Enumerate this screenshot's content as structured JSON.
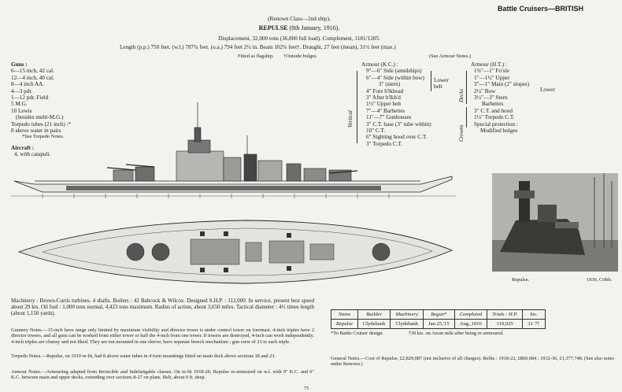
{
  "header": {
    "running_title": "Battle Cruisers—BRITISH",
    "class_line": "(Renown Class—2nd ship).",
    "ship_name": "REPULSE",
    "launch": "(8th January, 1916).",
    "displacement": "Displacement, 32,000 tons (36,800 full load). Complement, 1181/1205.",
    "dimensions": "Length (p.p.) 750 feet. (w.l.) 787¾ feet. (o.a.) 794 feet 2½ in. Beam 102¾ feet†. Draught, 27 feet (mean), 31½ feet (max.)",
    "fitted": "Fitted as flagship.",
    "bulges": "†Outside bulges.",
    "see_armour": "(See Armour Notes.)"
  },
  "guns": {
    "title": "Guns :",
    "lines": [
      "6—15 inch, 42 cal.",
      "12—4 inch, 40 cal.",
      "8—4 inch AA.",
      "4—3 pdr.",
      "1—12 pdr. Field",
      "5 M.G.",
      "10 Lewis",
      "(besides multi-M.G.)",
      "Torpedo tubes (21 inch) :*",
      "8 above water in pairs",
      "*See Torpedo Notes."
    ]
  },
  "aircraft": {
    "title": "Aircraft :",
    "line": "4, with catapult."
  },
  "armour_kc": {
    "title": "Armour (K.C.) :",
    "vertical_label": "Vertical",
    "lower_belt": "Lower belt",
    "lines": [
      "9\"—6\" Side (amidships)",
      "6\"—4\" Side (within bow)",
      "3\" (stern)",
      "4\" Fore b'lkhead",
      "3\" After b'lkh'd",
      "1½\" Upper belt",
      "7\"—4\" Barbettes",
      "11\"—7\" Gunhouses",
      "3\" C.T. base (3\" tube within)",
      "10\" C.T.",
      "6\" Sighting hood over C.T.",
      "3\" Torpedo C.T."
    ]
  },
  "armour_ht": {
    "title": "Armour (H.T.) :",
    "decks_label": "Decks",
    "crowns_label": "Crowns",
    "lower": "Lower",
    "lines": [
      "1¾\"—1\" Fo'xle",
      "1\"—1½\" Upper",
      "3\"—1\" Main (2\" slopes)",
      "2½\" Bow",
      "3½\"—3\" Stern",
      "Barbettes",
      "3\" C.T. and hood",
      "1½\" Torpedo C.T.",
      "Special protection :",
      "Modified bulges"
    ]
  },
  "photo": {
    "caption_left": "Repulse.",
    "caption_right": "1936, Cribb."
  },
  "machinery": "Machinery : Brown-Curtis turbines. 4 shafts. Boilers : 42 Babcock & Wilcox. Designed S.H.P. : 112,000. In service, present best speed about 29 kts. Oil fuel : 1,000 tons normal, 4,423 tons maximum. Radius of action, about 3,650 miles. Tactical diameter : 4½ times length (about 1,150 yards).",
  "gunnery_notes": "Gunnery Notes.—15-inch have range only limited by maximum visibility and director tower is under control tower on foremast. 4-inch triples have 2 director towers, and all guns can be worked from either tower or half the 4-inch from one tower. If towers are destroyed, 4-inch can work independently. 4-inch triples are clumsy and not liked. They are not mounted in one sleeve; have separate breech mechanism ; gun crew of 23 to each triple.",
  "torpedo_notes": "Torpedo Notes.—Repulse, on 1919 re-fit, had 8 above water tubes in 4 twin mountings fitted on main deck above sections 18 and 23.",
  "armour_notes": "Armour Notes.—Armouring adapted from Invincible and Indefatigable classes. On re-fit 1918-20, Repulse re-armoured on w.l. with 9\" K.C. and 6\" K.C. between main and upper decks, extending over sections 8-27 on plans. Belt, about 9 ft. deep.",
  "trials_table": {
    "headers": [
      "Name",
      "Builder",
      "Machinery",
      "Begun*",
      "Completed",
      "Trials : H.P.",
      "kts."
    ],
    "row": [
      "Repulse",
      "Clydebank",
      "Clydebank",
      "Jan.25,'15",
      "Aug.,1916",
      "119,025",
      "31·7†"
    ],
    "foot_left": "*To Battle Cruiser design.",
    "foot_right": "†30 kts. on Arran mile after being re-armoured."
  },
  "general_notes": "General Notes.—Cost of Repulse, £2,829,087 (not inclusive of all charges). Refits : 1918-22, £860,684 ; 1932-36, £1,377,748. (See also notes under Renown.)",
  "page_number": "75"
}
